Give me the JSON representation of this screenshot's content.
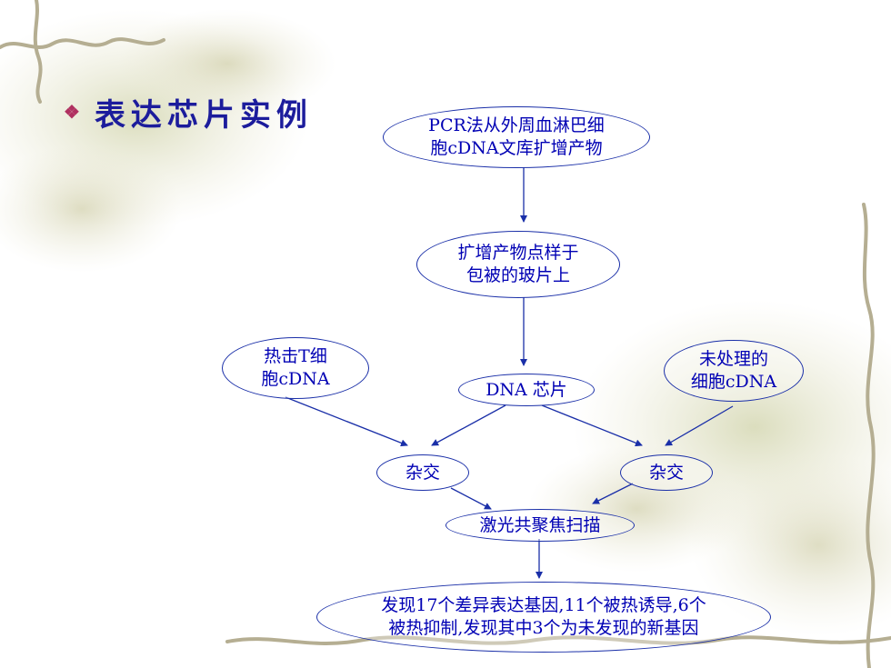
{
  "title": {
    "bullet": "❖",
    "text": "表达芯片实例"
  },
  "nodes": {
    "pcr": "PCR法从外周血淋巴细\n胞cDNA文库扩增产物",
    "spot": "扩增产物点样于\n包被的玻片上",
    "chip": "DNA 芯片",
    "heat": "热击T细\n胞cDNA",
    "untreated": "未处理的\n细胞cDNA",
    "hybrid_left": "杂交",
    "hybrid_right": "杂交",
    "scan": "激光共聚焦扫描",
    "result": "发现17个差异表达基因,11个被热诱导,6个\n被热抑制,发现其中3个为未发现的新基因"
  },
  "colors": {
    "line": "#1a2fa8",
    "text": "#0000b4",
    "title": "#1c1c9c",
    "bullet": "#b03060",
    "vine": "#b5ae92"
  }
}
